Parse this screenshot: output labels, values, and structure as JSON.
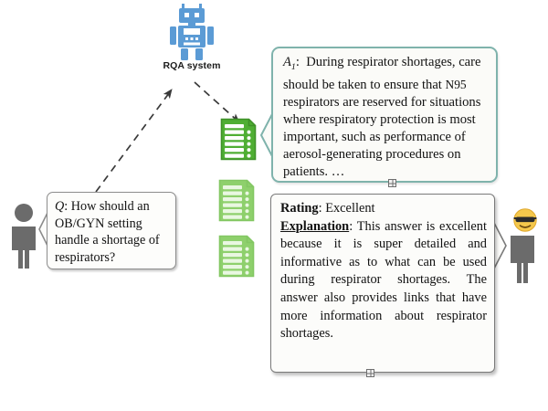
{
  "diagram": {
    "title": "RQA system question answering and rating flow",
    "colors": {
      "robot_blue": "#5b9bd5",
      "doc_green_active": "#4caf2f",
      "doc_green_faded": "#8bd36a",
      "person_gray": "#6b6b6b",
      "a1_border_teal": "#7fb3ac",
      "box_border_gray": "#7a7a7a",
      "page_background": "#ffffff"
    }
  },
  "robot": {
    "icon": "robot-icon",
    "label": "RQA system"
  },
  "question": {
    "speaker_icon": "person-silhouette-icon",
    "prefix": "Q",
    "separator": ": ",
    "text": "How should an OB/GYN setting handle a shortage of respirators?",
    "full_text": "Q: How should an OB/GYN setting handle a shortage of respirators?"
  },
  "documents": {
    "icon": "document-list-icon",
    "count": 3,
    "items": [
      {
        "state": "selected",
        "label": "retrieved-document-1"
      },
      {
        "state": "faded",
        "label": "retrieved-document-2"
      },
      {
        "state": "faded",
        "label": "retrieved-document-3"
      }
    ]
  },
  "answer": {
    "prefix": "A",
    "subscript": "1",
    "separator": ":",
    "segment_1": "During respirator shortages, care should be taken to ensure that ",
    "n95": "N95",
    "segment_2": " respirators are reserved for situations where respiratory protection is most important, such as performance of aerosol-generating procedures on patients. …",
    "full_text": "A1: During respirator shortages, care should be taken to ensure that N95 respirators are reserved for situations where respiratory protection is most important, such as performance of aerosol-generating procedures on patients. …"
  },
  "evaluation": {
    "rater_icon": "person-with-sunglasses-icon",
    "rating_label": "Rating",
    "rating_separator": ": ",
    "rating_value": "Excellent",
    "explanation_label": "Explanation",
    "explanation_separator": ": ",
    "explanation_text": "This answer is excellent because it is super detailed and informative as to what can be used during respirator shortages. The answer also provides links that have more information about respirator shortages.",
    "full_text": "Rating: Excellent Explanation: This answer is excellent because it is super detailed and informative as to what can be used during respirator shortages. The answer also provides links that have more information about respirator shortages."
  },
  "connectors": [
    {
      "name": "question-to-rqa-arrow",
      "style": "dashed",
      "from": "question-box",
      "to": "rqa-system"
    },
    {
      "name": "rqa-to-documents-arrow",
      "style": "dashed",
      "from": "rqa-system",
      "to": "retrieved-documents"
    }
  ],
  "handles": {
    "glyph": "grid-handle-icon",
    "answer_handle": "resize-handle-answer",
    "evaluation_handle": "resize-handle-evaluation"
  }
}
